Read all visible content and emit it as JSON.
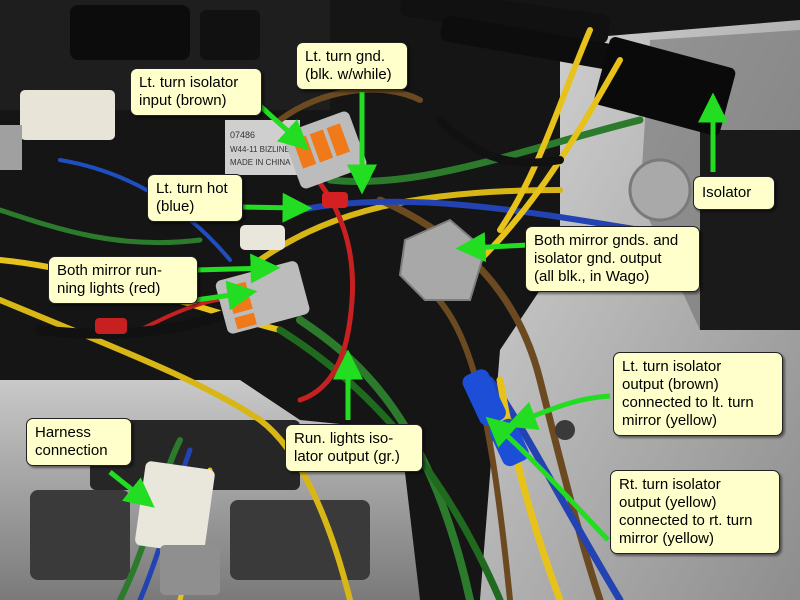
{
  "labels": {
    "lt_turn_gnd": "Lt. turn gnd.\n(blk. w/while)",
    "lt_turn_isolator_input": "Lt. turn isolator\ninput (brown)",
    "lt_turn_hot": "Lt. turn hot\n(blue)",
    "isolator": "Isolator",
    "both_mirror_gnds": "Both mirror gnds. and\nisolator gnd. output\n(all blk., in Wago)",
    "both_mirror_running": "Both mirror run-\nning lights (red)",
    "harness_connection": "Harness\nconnection",
    "run_lights_output": "Run. lights iso-\nlator output (gr.)",
    "lt_turn_output": "Lt. turn isolator\noutput (brown)\nconnected to lt. turn\nmirror (yellow)",
    "rt_turn_output": "Rt. turn isolator\noutput (yellow)\nconnected to rt. turn\nmirror (yellow)"
  },
  "photo_text": {
    "label_code": "07486",
    "label_model": "W44-11 BIZLINE",
    "label_origin": "MADE IN CHINA"
  },
  "colors": {
    "arrow": "#22dd22",
    "callout_bg": "#ffffcc",
    "callout_border": "#222222"
  }
}
